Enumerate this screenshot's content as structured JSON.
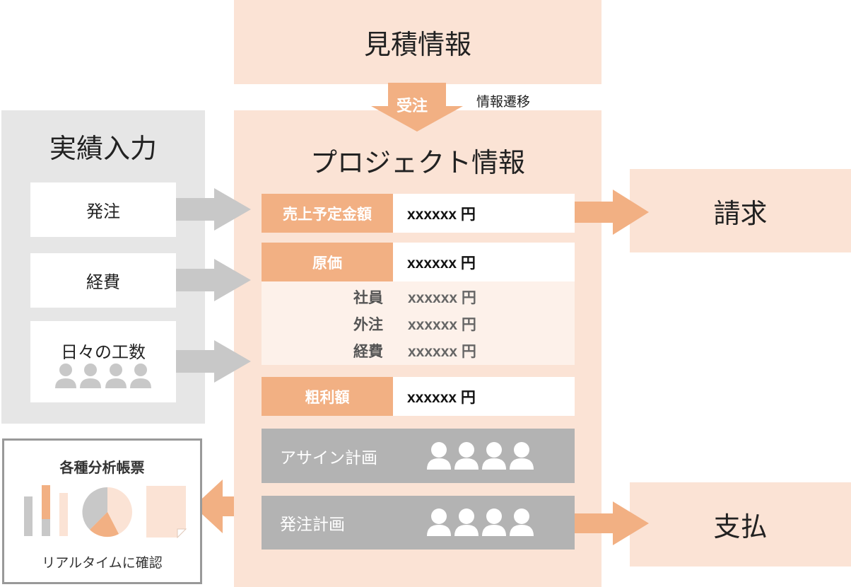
{
  "estimate": {
    "title": "見積情報"
  },
  "order": {
    "label": "受注",
    "note": "情報遷移"
  },
  "project": {
    "title": "プロジェクト情報",
    "sales": {
      "label": "売上予定金額",
      "value": "xxxxxx 円"
    },
    "cost": {
      "label": "原価",
      "value": "xxxxxx 円",
      "items": [
        {
          "label": "社員",
          "value": "xxxxxx 円"
        },
        {
          "label": "外注",
          "value": "xxxxxx 円"
        },
        {
          "label": "経費",
          "value": "xxxxxx 円"
        }
      ]
    },
    "gross": {
      "label": "粗利額",
      "value": "xxxxxx 円"
    },
    "assign_plan": {
      "label": "アサイン計画"
    },
    "order_plan": {
      "label": "発注計画"
    }
  },
  "actuals": {
    "title": "実績入力",
    "items": [
      {
        "label": "発注"
      },
      {
        "label": "経費"
      },
      {
        "label": "日々の工数"
      }
    ]
  },
  "billing": {
    "label": "請求"
  },
  "payment": {
    "label": "支払"
  },
  "reports": {
    "title": "各種分析帳票",
    "caption": "リアルタイムに確認"
  },
  "colors": {
    "peach": "#fbe3d5",
    "orange": "#f2b083",
    "gray": "#b3b3b3",
    "light_gray": "#e6e6e6"
  }
}
